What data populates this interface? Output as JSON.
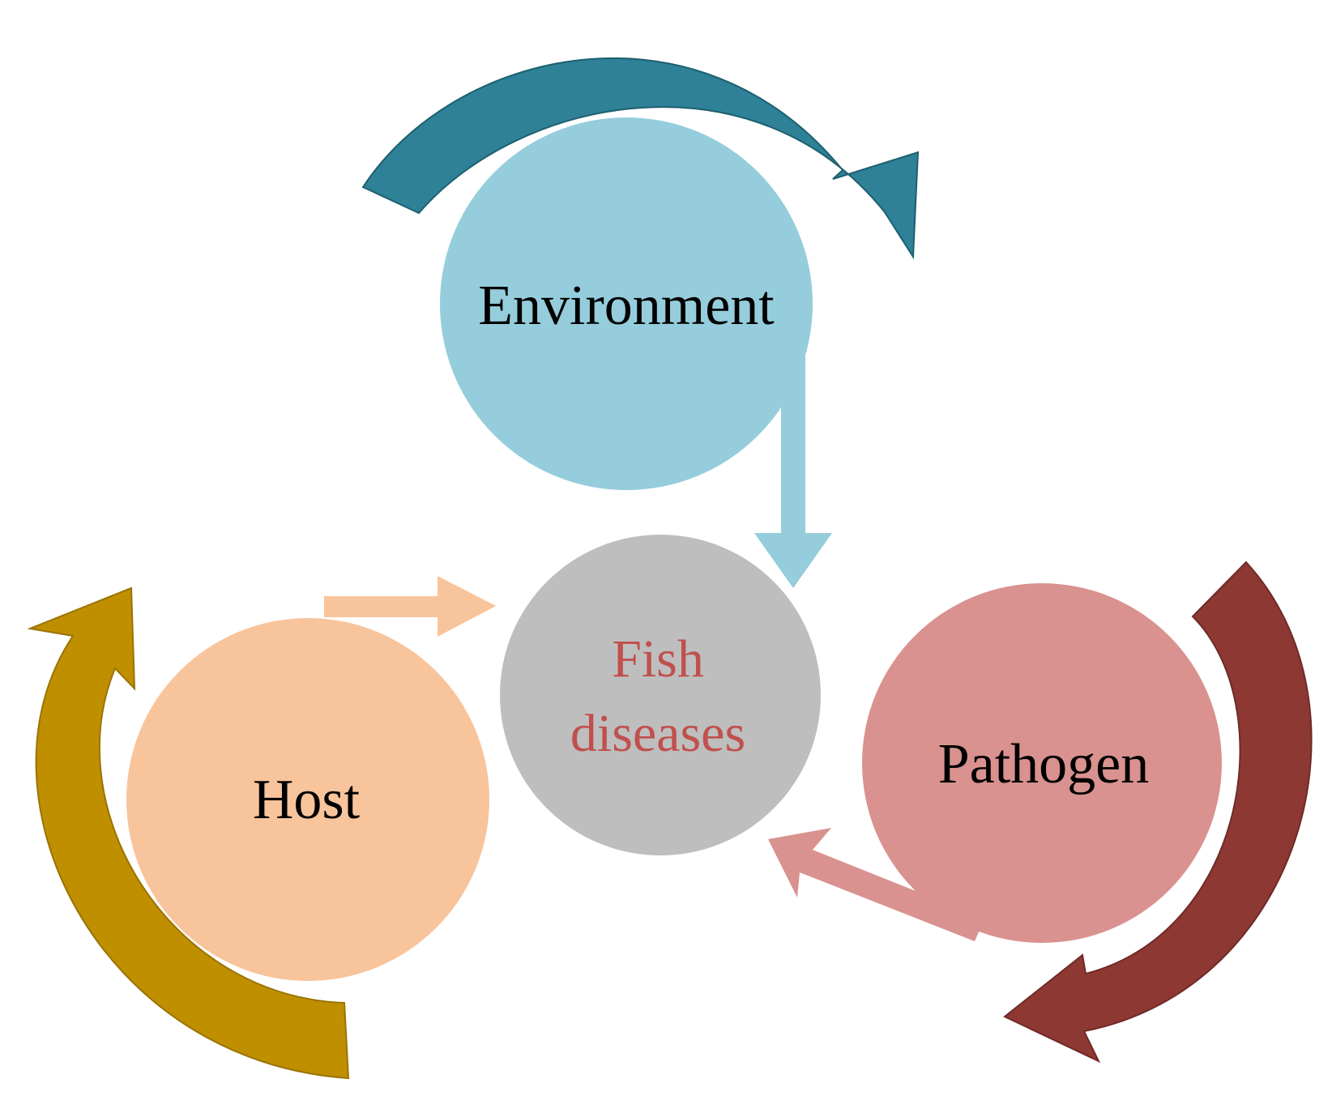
{
  "diagram": {
    "nodes": {
      "environment": {
        "label": "Environment",
        "fill": "#95CDDC"
      },
      "host": {
        "label": "Host",
        "fill": "#F8C49C"
      },
      "pathogen": {
        "label": "Pathogen",
        "fill": "#D9928F"
      },
      "center": {
        "line1": "Fish",
        "line2": "diseases",
        "fill": "#BEBEBE",
        "text_color": "#C0504D"
      }
    },
    "cycle_arrows": {
      "environment": "#2E8196",
      "host": "#BF8F00",
      "pathogen": "#8E3833"
    },
    "label_color": "#000000"
  }
}
